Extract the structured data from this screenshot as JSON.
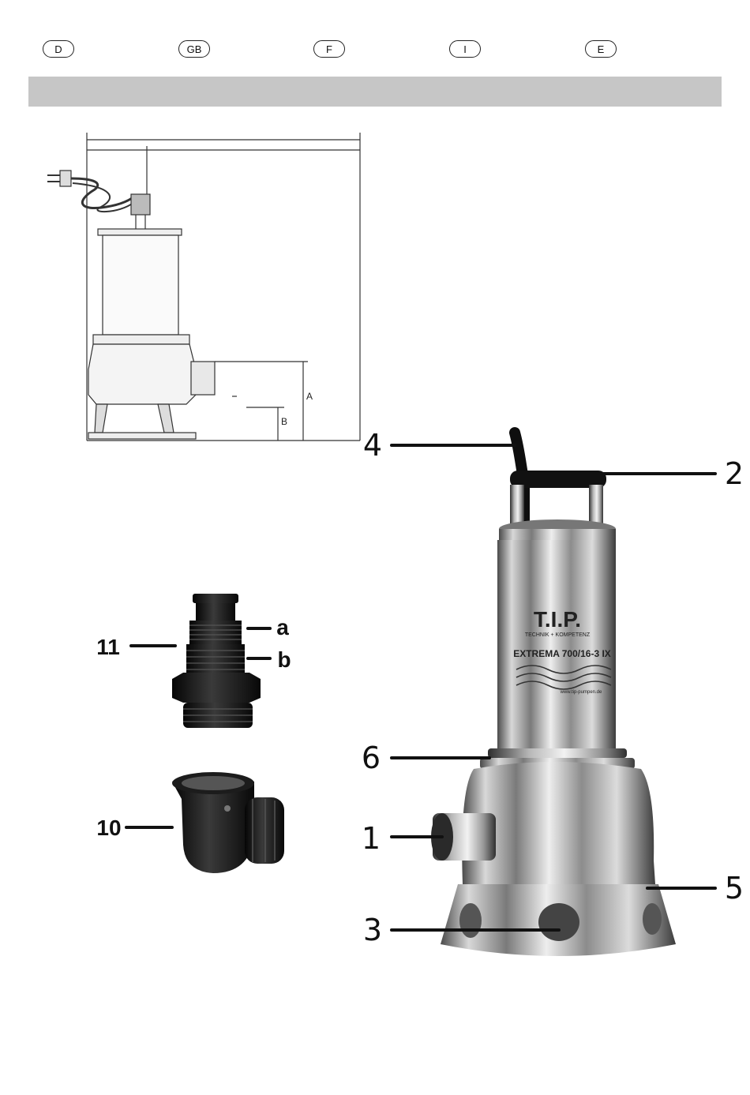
{
  "languages": [
    "D",
    "GB",
    "F",
    "I",
    "E"
  ],
  "dimension_labels": {
    "a_dim": "A",
    "b_dim": "B"
  },
  "callouts": {
    "n1": "1",
    "n2": "2",
    "n3": "3",
    "n4": "4",
    "n5": "5",
    "n6": "6",
    "n10": "10",
    "n11": "11",
    "la": "a",
    "lb": "b"
  },
  "pump_label": {
    "brand": "T.I.P.",
    "tagline": "TECHNIK + KOMPETENZ",
    "model": "EXTREMA 700/16-3 IX",
    "website": "www.tip-pumpen.de"
  }
}
